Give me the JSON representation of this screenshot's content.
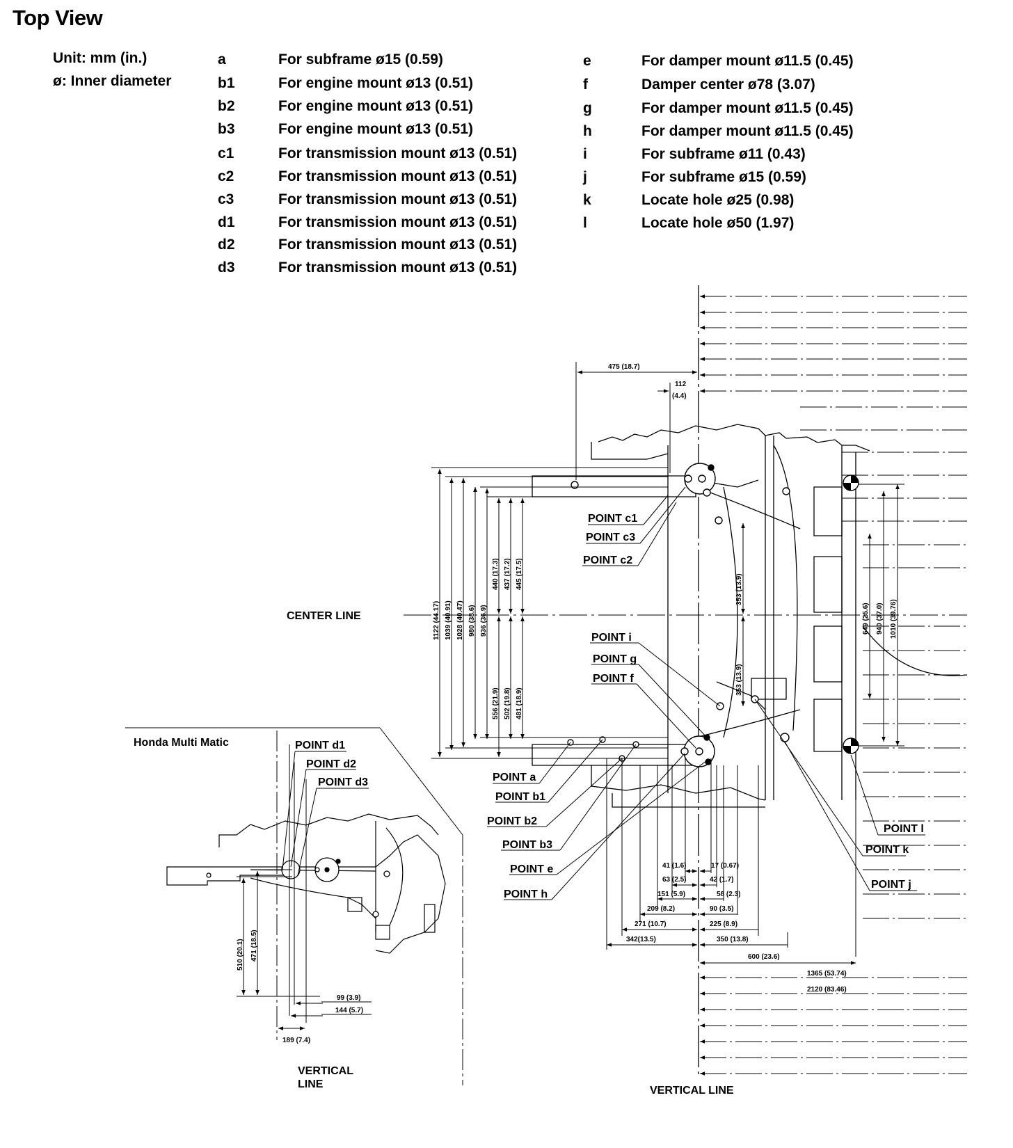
{
  "title": "Top View",
  "units": {
    "unit": "Unit: mm (in.)",
    "diameter": "ø: Inner diameter"
  },
  "legend_left": [
    {
      "key": "a",
      "text": "For subframe ø15 (0.59)"
    },
    {
      "key": "b1",
      "text": "For engine mount ø13 (0.51)"
    },
    {
      "key": "b2",
      "text": "For engine mount ø13 (0.51)"
    },
    {
      "key": "b3",
      "text": "For engine mount ø13 (0.51)"
    },
    {
      "key": "c1",
      "text": "For transmission mount ø13 (0.51)"
    },
    {
      "key": "c2",
      "text": "For transmission mount ø13 (0.51)"
    },
    {
      "key": "c3",
      "text": "For transmission mount ø13 (0.51)"
    },
    {
      "key": "d1",
      "text": "For transmission mount ø13 (0.51)"
    },
    {
      "key": "d2",
      "text": "For transmission mount ø13 (0.51)"
    },
    {
      "key": "d3",
      "text": "For transmission mount ø13 (0.51)"
    }
  ],
  "legend_right": [
    {
      "key": "e",
      "text": "For damper mount ø11.5 (0.45)"
    },
    {
      "key": "f",
      "text": "Damper center ø78 (3.07)"
    },
    {
      "key": "g",
      "text": "For damper mount ø11.5 (0.45)"
    },
    {
      "key": "h",
      "text": "For damper mount ø11.5 (0.45)"
    },
    {
      "key": "i",
      "text": "For subframe ø11 (0.43)"
    },
    {
      "key": "j",
      "text": "For subframe ø15 (0.59)"
    },
    {
      "key": "k",
      "text": "Locate hole ø25 (0.98)"
    },
    {
      "key": "l",
      "text": "Locate hole ø50 (1.97)"
    }
  ],
  "diagram": {
    "center_line": "CENTER LINE",
    "vertical_line": "VERTICAL LINE",
    "vertical_line_inset": "VERTICAL LINE",
    "inset_title": "Honda Multi Matic",
    "points": {
      "c1": "POINT c1",
      "c3": "POINT c3",
      "c2": "POINT c2",
      "i": "POINT i",
      "g": "POINT g",
      "f": "POINT f",
      "a": "POINT a",
      "b1": "POINT b1",
      "b2": "POINT b2",
      "b3": "POINT b3",
      "e": "POINT e",
      "h": "POINT h",
      "l": "POINT l",
      "k": "POINT k",
      "j": "POINT j",
      "d1": "POINT d1",
      "d2": "POINT d2",
      "d3": "POINT d3"
    },
    "dims": {
      "d475": "475 (18.7)",
      "d112": "112",
      "d112in": "(4.4)",
      "d1122": "1122 (44.17)",
      "d1039": "1039 (40.91)",
      "d1028": "1028 (40.47)",
      "d980": "980 (38.6)",
      "d936": "936 (36.9)",
      "d440": "440 (17.3)",
      "d437": "437 (17.2)",
      "d445": "445 (17.5)",
      "d556": "556 (21.9)",
      "d502": "502 (19.8)",
      "d481": "481 (18.9)",
      "d353a": "353 (13.9)",
      "d353b": "353 (13.9)",
      "d649": "649 (25.6)",
      "d940": "940 (37.0)",
      "d1010": "1010 (39.76)",
      "d41": "41 (1.6)",
      "d17": "17 (0.67)",
      "d63": "63 (2.5)",
      "d42": "42 (1.7)",
      "d151": "151 (5.9)",
      "d58": "58 (2.3)",
      "d209": "209 (8.2)",
      "d90": "90 (3.5)",
      "d271": "271 (10.7)",
      "d225": "225 (8.9)",
      "d342": "342(13.5)",
      "d350": "350 (13.8)",
      "d600": "600 (23.6)",
      "d1365": "1365 (53.74)",
      "d2120": "2120 (83.46)",
      "d510": "510 (20.1)",
      "d471": "471 (18.5)",
      "d99": "99 (3.9)",
      "d144": "144 (5.7)",
      "d189": "189 (7.4)"
    }
  }
}
